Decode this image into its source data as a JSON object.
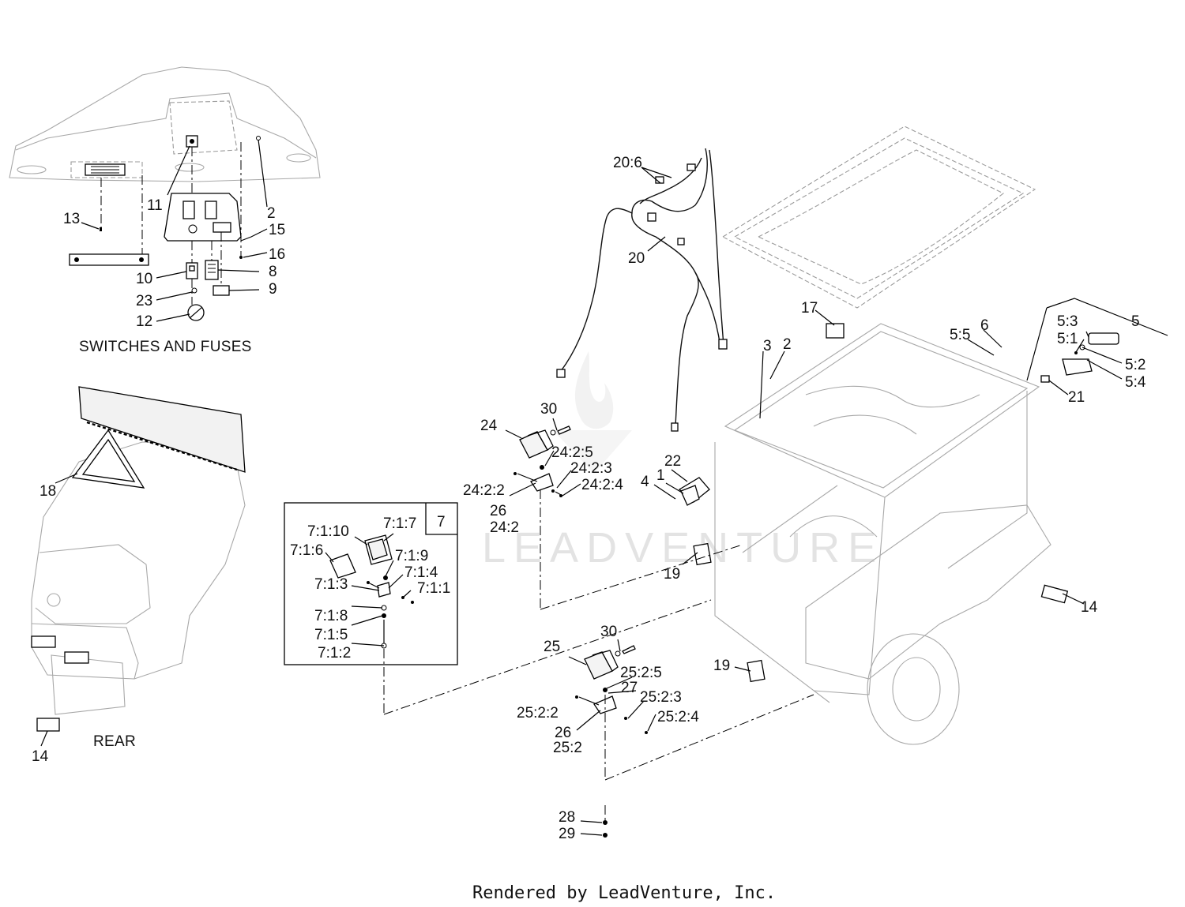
{
  "labels": {
    "c_13": "13",
    "c_11": "11",
    "c_2": "2",
    "c_15": "15",
    "c_16": "16",
    "c_10": "10",
    "c_8": "8",
    "c_23": "23",
    "c_9": "9",
    "c_12": "12",
    "c_18": "18",
    "c_14": "14",
    "c_20_6": "20:6",
    "c_20": "20",
    "c_17": "17",
    "c_3": "3",
    "c_2b": "2",
    "c_5_5": "5:5",
    "c_6": "6",
    "c_5_3": "5:3",
    "c_5": "5",
    "c_5_1": "5:1",
    "c_5_2": "5:2",
    "c_5_4": "5:4",
    "c_21": "21",
    "c_30": "30",
    "c_24": "24",
    "c_24_2_5": "24:2:5",
    "c_24_2_3": "24:2:3",
    "c_24_2_2": "24:2:2",
    "c_24_2_4": "24:2:4",
    "c_26": "26",
    "c_24_2": "24:2",
    "c_22": "22",
    "c_4": "4",
    "c_1": "1",
    "c_7": "7",
    "c_7_1_10": "7:1:10",
    "c_7_1_7": "7:1:7",
    "c_7_1_6": "7:1:6",
    "c_7_1_9": "7:1:9",
    "c_7_1_4": "7:1:4",
    "c_7_1_3": "7:1:3",
    "c_7_1_1": "7:1:1",
    "c_7_1_8": "7:1:8",
    "c_7_1_5": "7:1:5",
    "c_7_1_2": "7:1:2",
    "c_19": "19",
    "c_14b": "14",
    "c_30b": "30",
    "c_25": "25",
    "c_25_2_5": "25:2:5",
    "c_27": "27",
    "c_19b": "19",
    "c_25_2_3": "25:2:3",
    "c_25_2_2": "25:2:2",
    "c_25_2_4": "25:2:4",
    "c_26b": "26",
    "c_25_2": "25:2",
    "c_28": "28",
    "c_29": "29"
  },
  "captions": {
    "switches": "SWITCHES AND FUSES",
    "rear": "REAR"
  },
  "footer": "Rendered by LeadVenture, Inc.",
  "watermark": "LEADVENTURE"
}
